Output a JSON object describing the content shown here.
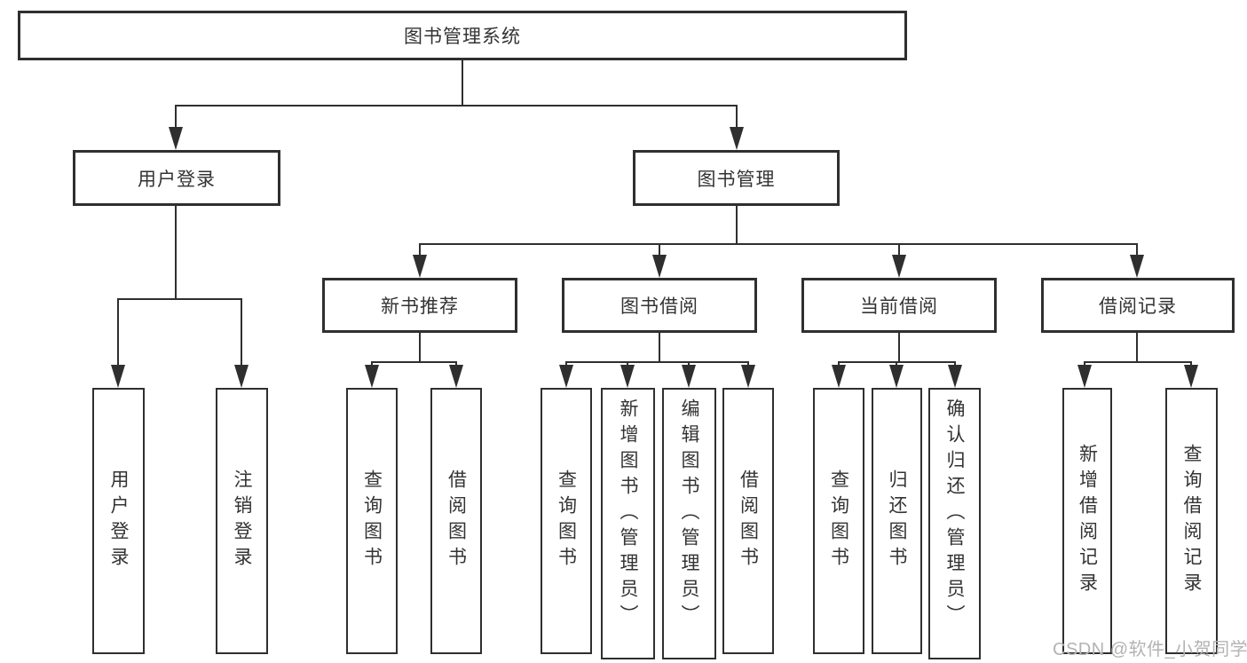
{
  "tree": {
    "root": {
      "label": "图书管理系统"
    },
    "branches": [
      {
        "label": "用户登录",
        "children": [
          {
            "label": "用户登录"
          },
          {
            "label": "注销登录"
          }
        ]
      },
      {
        "label": "图书管理",
        "children": [
          {
            "label": "新书推荐",
            "children": [
              {
                "label": "查询图书"
              },
              {
                "label": "借阅图书"
              }
            ]
          },
          {
            "label": "图书借阅",
            "children": [
              {
                "label": "查询图书"
              },
              {
                "label": "新增图书（管理员）"
              },
              {
                "label": "编辑图书（管理员）"
              },
              {
                "label": "借阅图书"
              }
            ]
          },
          {
            "label": "当前借阅",
            "children": [
              {
                "label": "查询图书"
              },
              {
                "label": "归还图书"
              },
              {
                "label": "确认归还（管理员）"
              }
            ]
          },
          {
            "label": "借阅记录",
            "children": [
              {
                "label": "新增借阅记录"
              },
              {
                "label": "查询借阅记录"
              }
            ]
          }
        ]
      }
    ]
  },
  "watermark": {
    "text": "CSDN @软件_小贺同学"
  },
  "colors": {
    "line": "#2f2f2f",
    "text": "#333333",
    "background": "#ffffff",
    "watermark": "#b3b3b3"
  }
}
